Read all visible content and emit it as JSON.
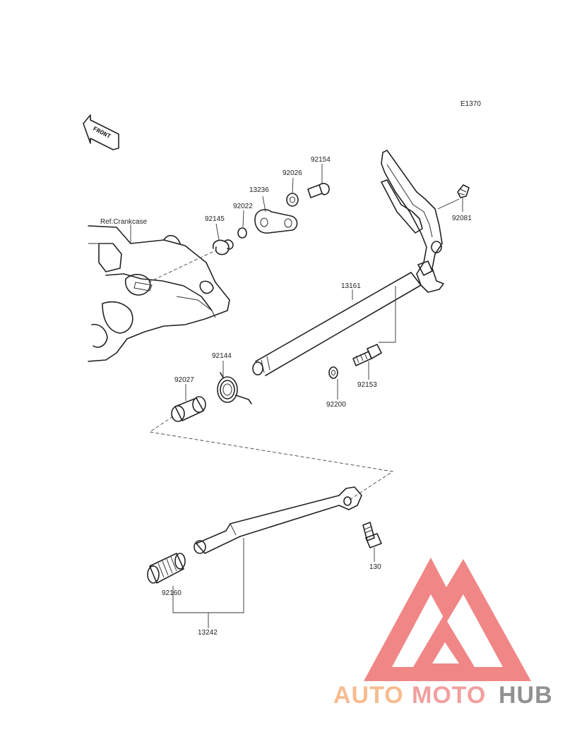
{
  "diagram": {
    "code": "E1370",
    "front_label": "FRONT",
    "crankcase_ref": "Ref.Crankcase",
    "parts": {
      "p92154": "92154",
      "p92026": "92026",
      "p13236": "13236",
      "p92022": "92022",
      "p92145": "92145",
      "p92081": "92081",
      "p13161": "13161",
      "p92144": "92144",
      "p92027": "92027",
      "p92153": "92153",
      "p92200": "92200",
      "p130": "130",
      "p92160": "92160",
      "p13242": "13242"
    }
  },
  "watermark": {
    "auto": "AUTO",
    "moto": "MOTO",
    "hub": "HUB",
    "colors": {
      "auto": "#f7b98c",
      "moto": "#f19a9a",
      "hub": "#8c8c8c",
      "logo": "#f08080"
    }
  }
}
